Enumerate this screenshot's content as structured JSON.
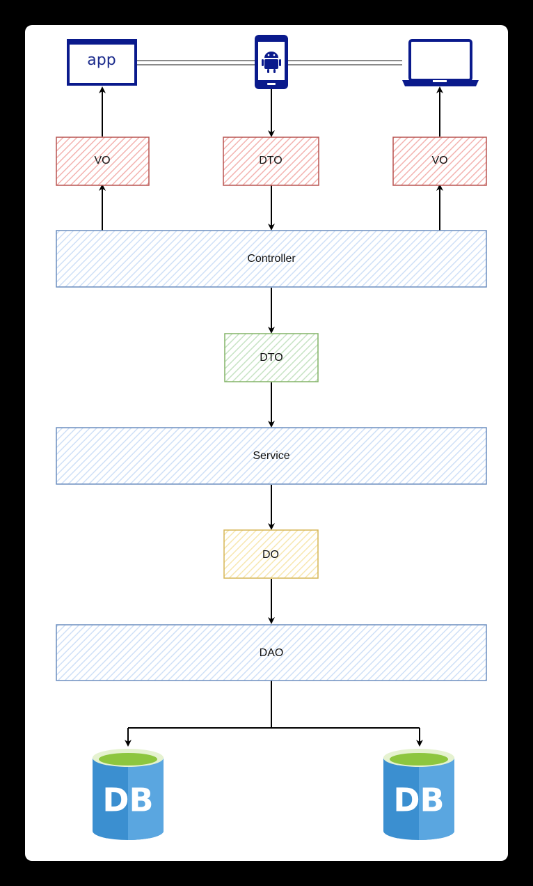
{
  "clients": {
    "app": {
      "label": "app",
      "icon": "app-window-icon"
    },
    "mobile": {
      "icon": "android-phone-icon"
    },
    "laptop": {
      "icon": "laptop-icon"
    }
  },
  "objects": {
    "vo_left": "VO",
    "dto_top": "DTO",
    "vo_right": "VO",
    "dto_mid": "DTO",
    "do": "DO"
  },
  "layers": {
    "controller": "Controller",
    "service": "Service",
    "dao": "DAO"
  },
  "databases": {
    "left": "DB",
    "right": "DB"
  },
  "colors": {
    "client_blue": "#0a1a8c",
    "vo_fill": "#f8cecc",
    "vo_stroke": "#b85450",
    "layer_fill": "#dae8fc",
    "layer_stroke": "#6c8ebf",
    "dto_mid_fill": "#d5e8d4",
    "dto_mid_stroke": "#82b366",
    "do_fill": "#fff2cc",
    "do_stroke": "#d6b656",
    "db_blue": "#3b8fd0",
    "db_green": "#8dc63f"
  }
}
